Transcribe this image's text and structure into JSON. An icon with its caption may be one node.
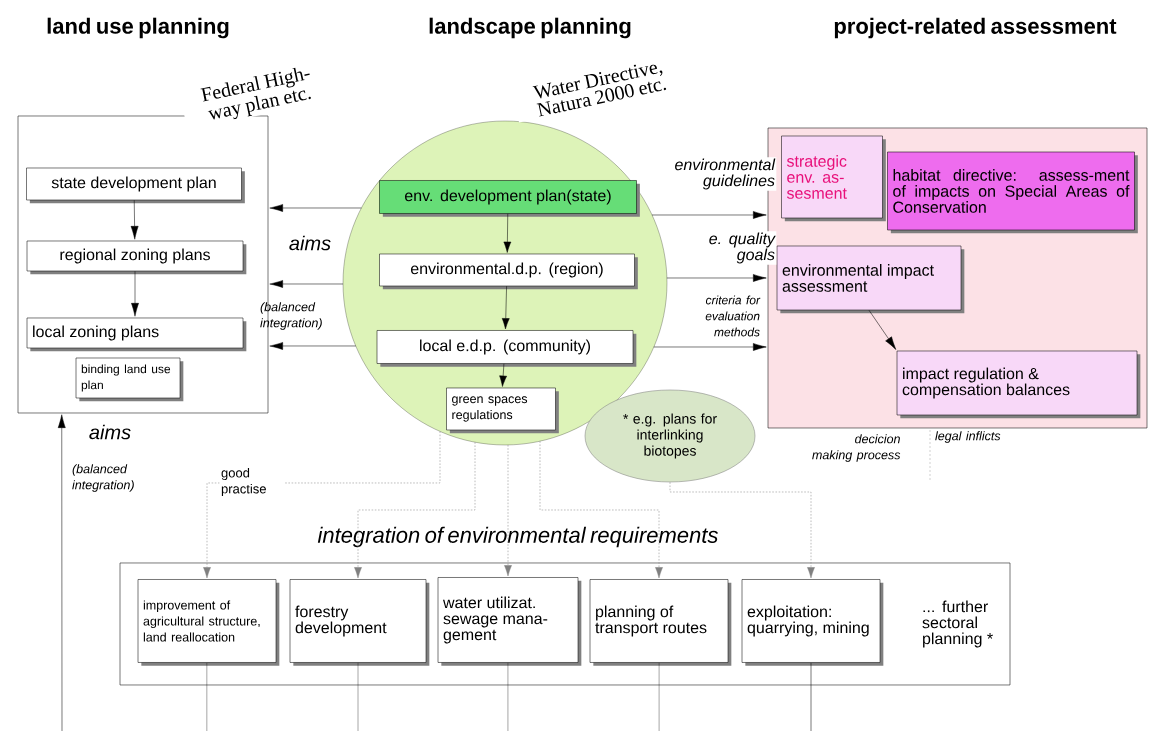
{
  "diagram": {
    "nodes": [
      {
        "text": [
          "Federal High-way plan etc."
        ]
      },
      {
        "text": [
          "state development plan"
        ],
        "in": 0
      },
      {
        "text": [
          "regional zoning plans"
        ],
        "in": 0
      },
      {
        "text": [
          "local zoning plans"
        ],
        "in": 0
      },
      {
        "text": [
          "binding land use plan"
        ],
        "in": 0
      },
      {
        "text": [
          "Water Directive, Natura 2000 etc."
        ]
      },
      {
        "text": [
          "env. development plan(state)"
        ],
        "in": 5
      },
      {
        "text": [
          "environmental.d.p. (region)"
        ],
        "in": 5
      },
      {
        "text": [
          "local e.d.p. (community)"
        ],
        "in": 5
      },
      {
        "text": [
          "green spaces regulations"
        ],
        "in": 5
      },
      {
        "text": [
          "* e.g. plans for interlinking biotopes"
        ]
      },
      {
        "text": [],
        "shape": "box"
      },
      {
        "text": [
          "strategic env. as-sesment"
        ],
        "in": 11
      },
      {
        "text": [
          "habitat directive: assess-ment of impacts on Special Areas of Conservation"
        ],
        "in": 11
      },
      {
        "text": [
          "environmental impact assessment"
        ],
        "in": 11
      },
      {
        "text": [
          "impact regulation & compensation balances"
        ],
        "in": 11
      },
      {
        "text": [
          "integration of environmental requirements"
        ]
      },
      {
        "text": [
          "improvement of agricultural structure, land reallocation"
        ],
        "in": 16
      },
      {
        "text": [
          "forestry development"
        ],
        "in": 16
      },
      {
        "text": [
          "water utilizat. sewage mana-gement"
        ],
        "in": 16
      },
      {
        "text": [
          "planning of transport routes"
        ],
        "in": 16
      },
      {
        "text": [
          "exploitation: quarrying, mining"
        ],
        "in": 16
      }
    ],
    "edges": [
      {
        "from": 1,
        "to": 2,
        "arrow": "to"
      },
      {
        "from": 2,
        "to": 3,
        "arrow": "to"
      },
      {
        "from": 5,
        "to": 0,
        "arrow": "to"
      },
      {
        "from": 5,
        "to": 0,
        "arrow": "to"
      },
      {
        "from": 5,
        "to": 0,
        "arrow": "to"
      },
      {
        "from": 6,
        "to": 7,
        "arrow": "to"
      },
      {
        "from": 7,
        "to": 8,
        "arrow": "to"
      },
      {
        "from": 8,
        "to": 9,
        "arrow": "to"
      },
      {
        "from": 5,
        "to": 11,
        "arrow": "to",
        "label": "environmental guidelines"
      },
      {
        "from": 5,
        "to": 11,
        "arrow": "to",
        "label": "e. quality goals"
      },
      {
        "from": 5,
        "to": 11,
        "arrow": "to",
        "label": "criteria for evaluation methods"
      },
      {
        "from": 14,
        "to": 15,
        "arrow": "to"
      },
      {
        "from": null,
        "to": 0,
        "arrow": "to"
      },
      {
        "from": 5,
        "to": 17,
        "arrow": "to",
        "style": "dashed",
        "color": "#808080",
        "label": "good practise"
      },
      {
        "from": 5,
        "to": 18,
        "arrow": "to",
        "style": "dashed",
        "color": "#808080"
      },
      {
        "from": 5,
        "to": 19,
        "arrow": "to",
        "style": "dashed",
        "color": "#808080"
      },
      {
        "from": 5,
        "to": 20,
        "arrow": "to",
        "style": "dashed",
        "color": "#808080"
      },
      {
        "from": 10,
        "to": 21,
        "arrow": "to",
        "style": "dashed",
        "color": "#808080"
      },
      {
        "from": 17,
        "to": null,
        "arrow": "none"
      },
      {
        "from": 18,
        "to": null,
        "arrow": "none"
      },
      {
        "from": 19,
        "to": null,
        "arrow": "none"
      },
      {
        "from": 20,
        "to": null,
        "arrow": "none"
      },
      {
        "from": 21,
        "to": null,
        "arrow": "none"
      }
    ],
    "labels": [
      "land use planning",
      "landscape planning",
      "project-related assessment",
      "aims",
      "(balanced integration)",
      "aims",
      "(balanced integration)",
      "decicion making process",
      "legal inflicts",
      "... further sectoral planning *"
    ]
  }
}
